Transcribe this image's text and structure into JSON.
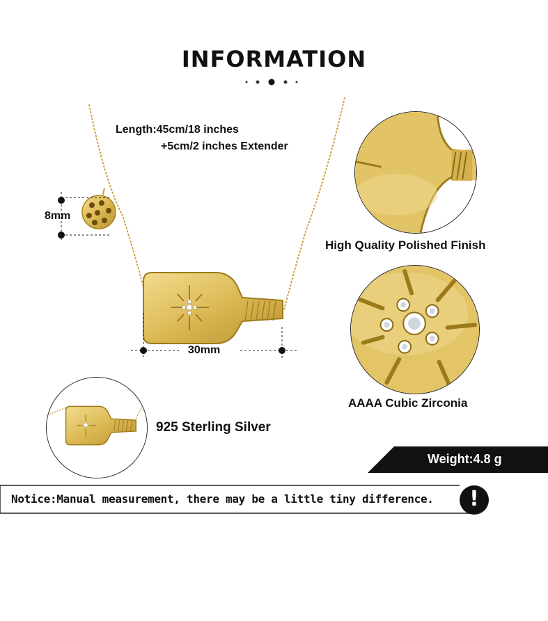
{
  "header": {
    "title": "INFORMATION"
  },
  "specs": {
    "length_line1": "Length:45cm/18 inches",
    "length_line2": "+5cm/2 inches Extender",
    "ball_size": "8mm",
    "pendant_width": "30mm",
    "weight": "Weight:4.8 g"
  },
  "features": {
    "finish": "High Quality Polished Finish",
    "stones": "AAAA Cubic Zirconia",
    "material": "925 Sterling Silver"
  },
  "notice": {
    "text": "Notice:Manual measurement, there may be a little tiny difference.",
    "icon_symbol": "!"
  },
  "colors": {
    "gold": "#d9b64a",
    "gold_light": "#f1d98a",
    "gold_dark": "#a8841e",
    "banner": "#111111"
  },
  "icons": [
    "warning-icon",
    "pickleball-icon",
    "paddle-pendant-icon"
  ]
}
